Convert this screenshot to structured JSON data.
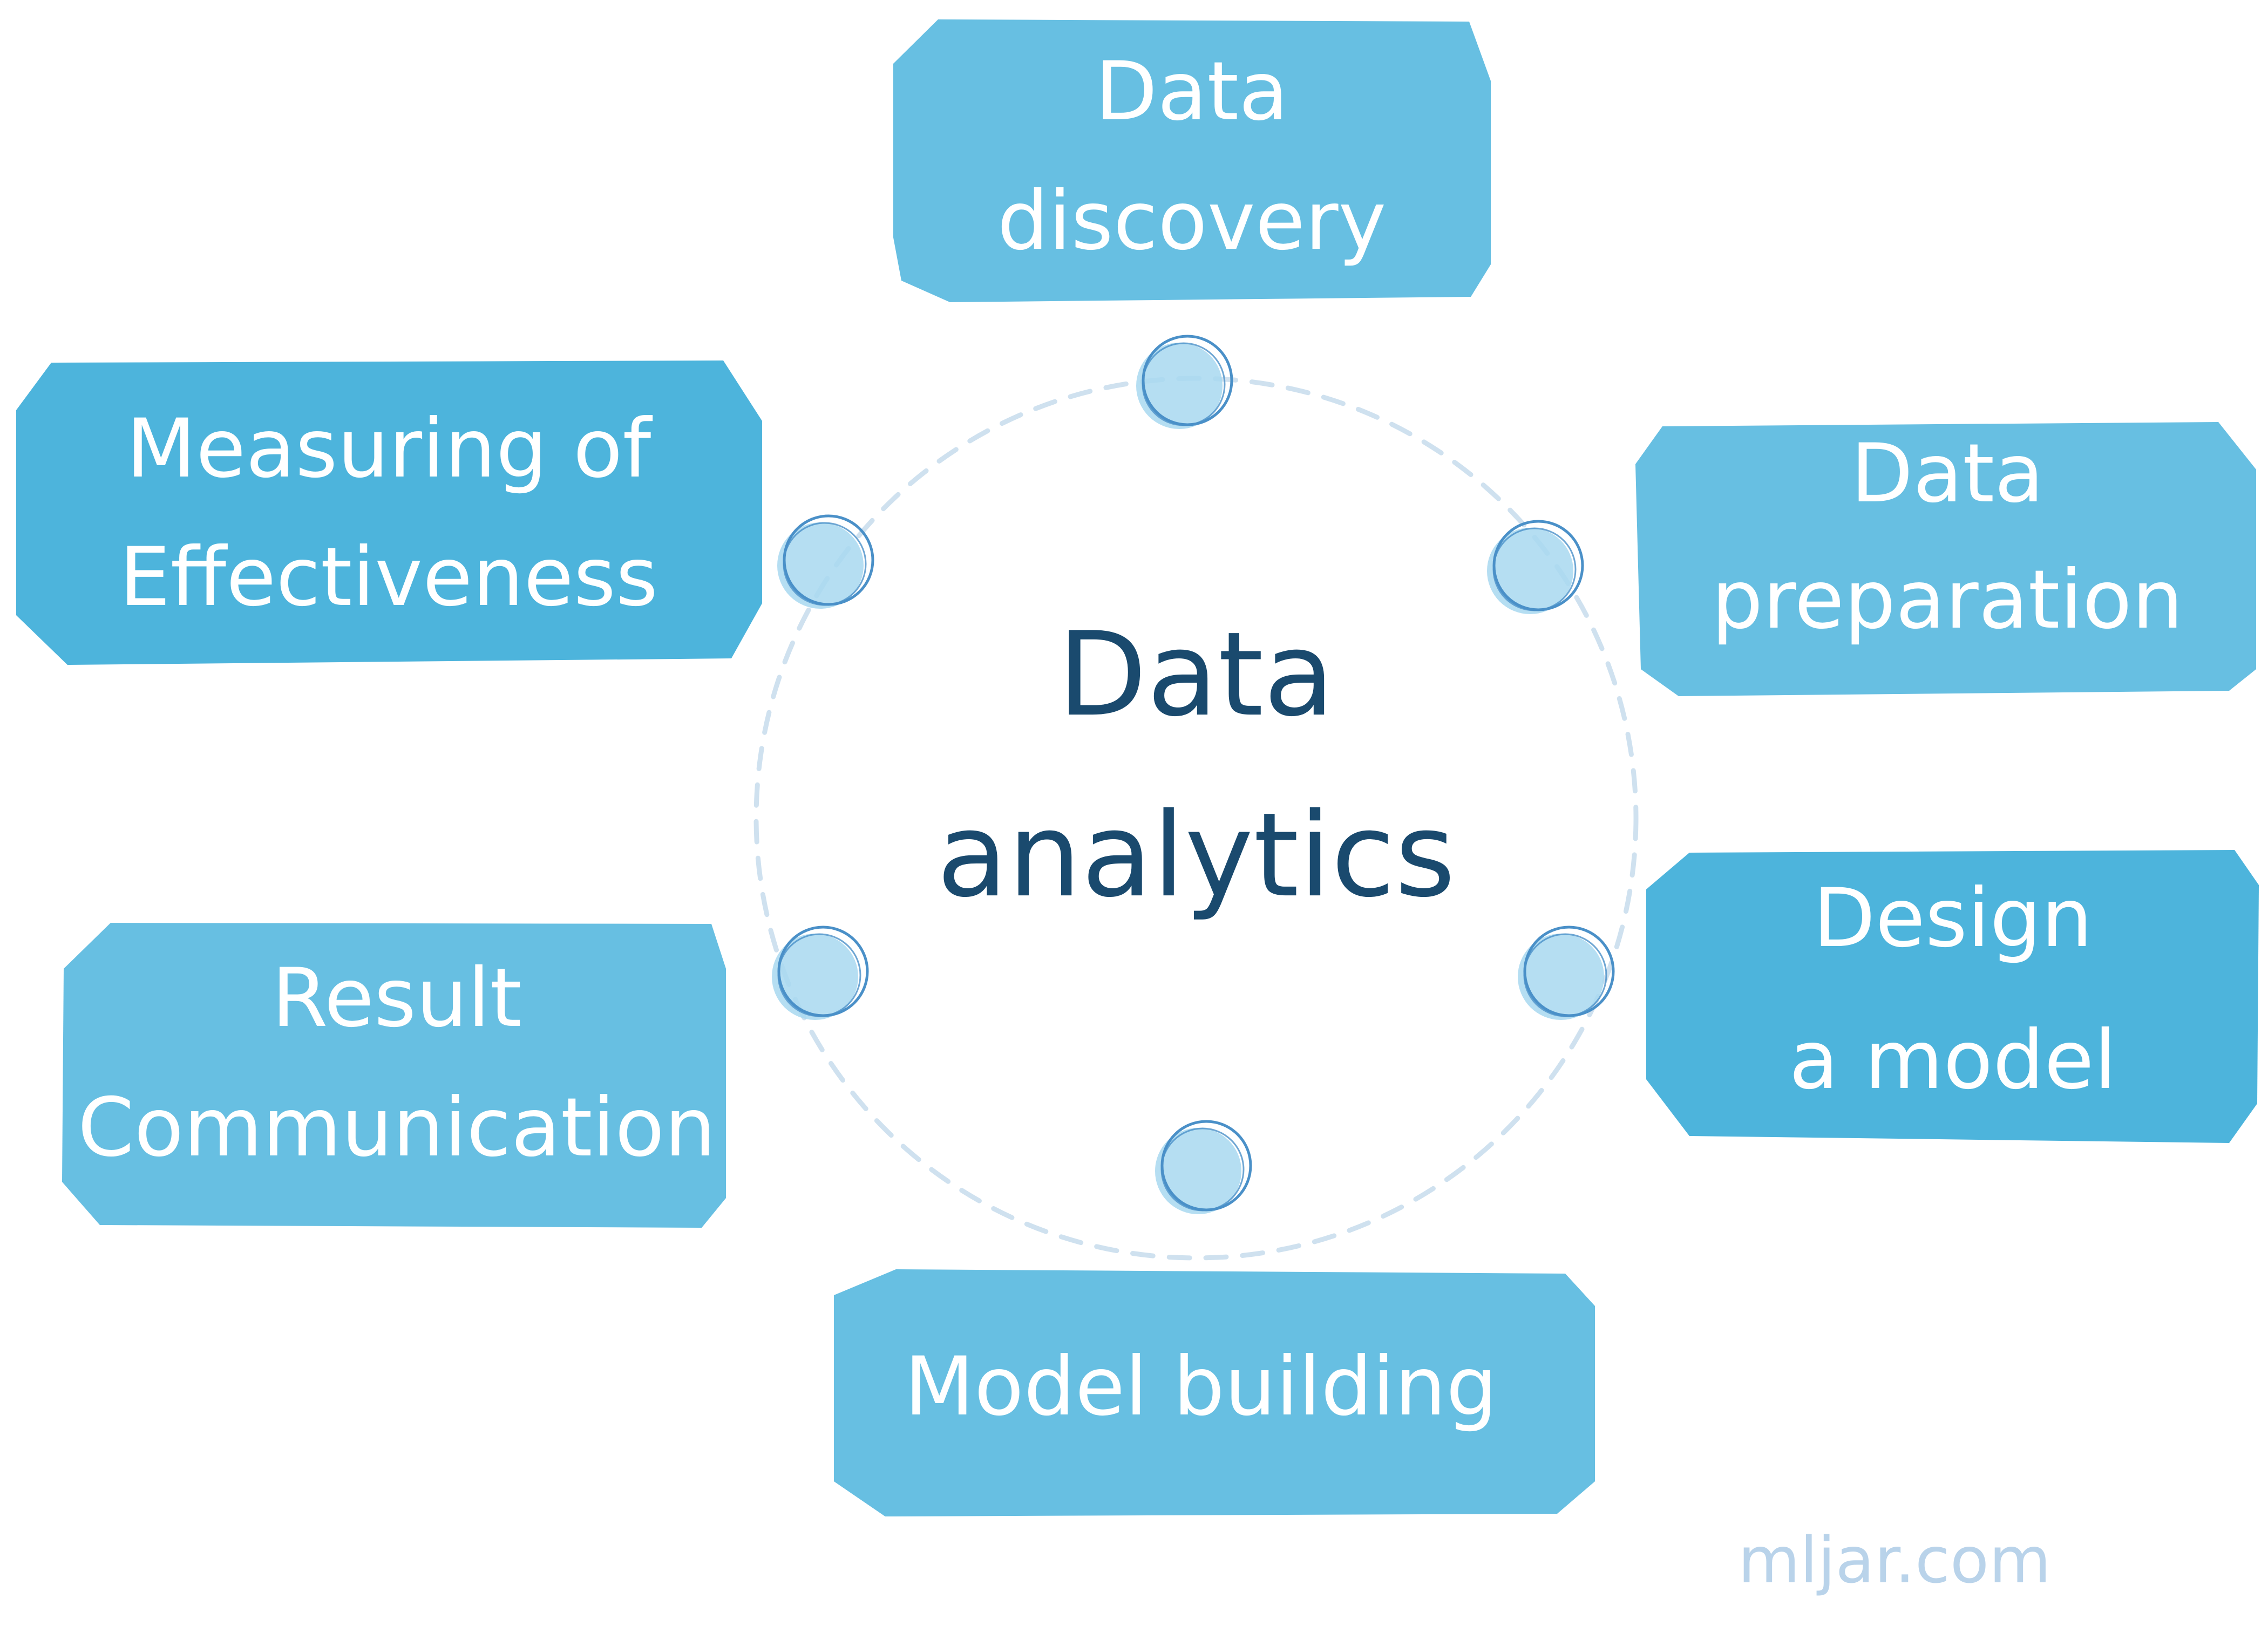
{
  "colors": {
    "box_primary": "#4db4dc",
    "box_secondary": "#67bfe2",
    "center_text": "#1a4a6e",
    "node_fill": "#a8d8f0",
    "node_stroke": "#4a90c8",
    "ring": "#cfe1ef",
    "brand": "#b9d3ea"
  },
  "center": {
    "line1": "Data",
    "line2": "analytics"
  },
  "stages": [
    {
      "id": "data-discovery",
      "line1": "Data",
      "line2": "discovery"
    },
    {
      "id": "data-preparation",
      "line1": "Data",
      "line2": "preparation"
    },
    {
      "id": "design-a-model",
      "line1": "Design",
      "line2": "a model"
    },
    {
      "id": "model-building",
      "line1": "Model building",
      "line2": ""
    },
    {
      "id": "result-communication",
      "line1": "Result",
      "line2": "Communication"
    },
    {
      "id": "measuring-of-effectiveness",
      "line1": "Measuring of",
      "line2": "Effectiveness"
    }
  ],
  "brand": "mljar.com"
}
